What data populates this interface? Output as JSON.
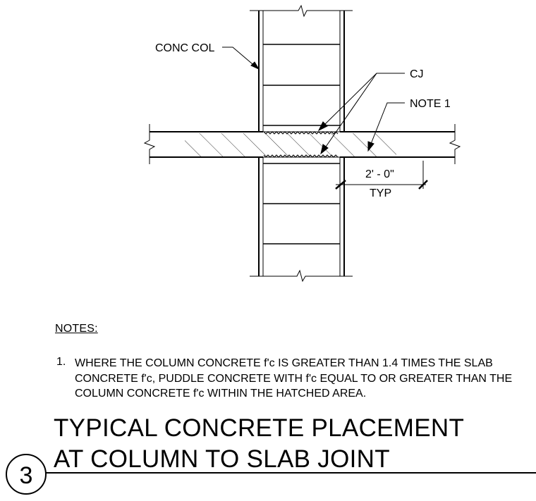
{
  "labels": {
    "conc_col": "CONC COL",
    "cj": "CJ",
    "note_ref": "NOTE 1",
    "dimension": "2' - 0\"",
    "dimension_sub": "TYP"
  },
  "notes": {
    "heading": "NOTES:",
    "items": [
      {
        "number": "1.",
        "lines": [
          "WHERE THE COLUMN CONCRETE f'c IS GREATER THAN 1.4 TIMES THE SLAB",
          "CONCRETE f'c, PUDDLE CONCRETE WITH f'c EQUAL TO OR GREATER THAN THE",
          "COLUMN CONCRETE f'c WITHIN THE HATCHED AREA."
        ]
      }
    ]
  },
  "title_block": {
    "detail_number": "3",
    "title_lines": [
      "TYPICAL CONCRETE PLACEMENT",
      "AT COLUMN TO SLAB  JOINT"
    ]
  }
}
